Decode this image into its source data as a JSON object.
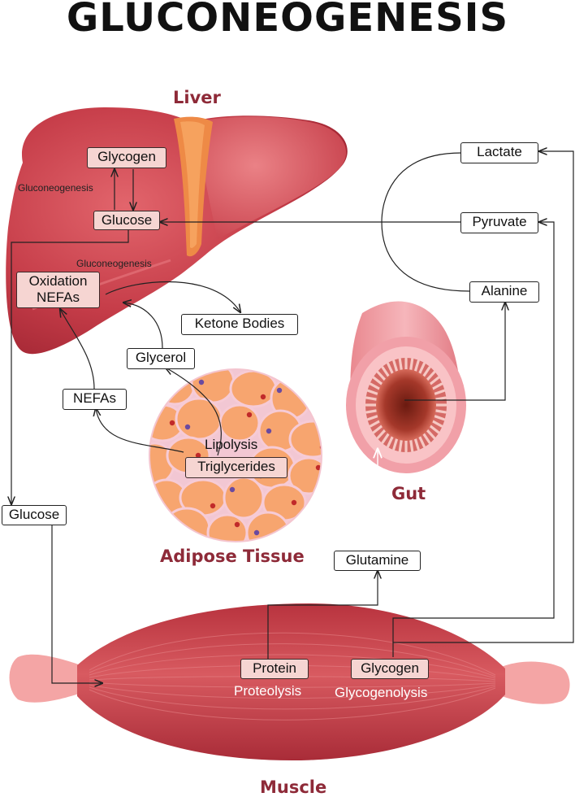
{
  "title": "GLUCONEOGENESIS",
  "organs": {
    "liver": "Liver",
    "gut": "Gut",
    "adipose": "Adipose Tissue",
    "muscle": "Muscle"
  },
  "liver": {
    "glycogen": "Glycogen",
    "glucose": "Glucose",
    "process_top": "Gluconeogenesis",
    "process_bottom": "Gluconeogenesis",
    "oxidation_line1": "Oxidation",
    "oxidation_line2": "NEFAs"
  },
  "metabolites": {
    "lactate": "Lactate",
    "pyruvate": "Pyruvate",
    "alanine": "Alanine",
    "ketone_bodies": "Ketone Bodies",
    "glycerol": "Glycerol",
    "nefas": "NEFAs",
    "glucose_blood": "Glucose",
    "glutamine": "Glutamine"
  },
  "adipose": {
    "lipolysis": "Lipolysis",
    "triglycerides": "Triglycerides"
  },
  "muscle": {
    "protein": "Protein",
    "proteolysis": "Proteolysis",
    "glycogen": "Glycogen",
    "glycogenolysis": "Glycogenolysis"
  },
  "colors": {
    "liver": "#c23a46",
    "liver_light": "#e06a70",
    "gallbladder": "#e9813f",
    "muscle": "#c0404a",
    "tendon": "#f4a5a5",
    "gut_outer": "#f3a6ad",
    "gut_lumen": "#8a2a20",
    "adipocyte": "#f7a56f",
    "label_red": "#8e2a38"
  }
}
